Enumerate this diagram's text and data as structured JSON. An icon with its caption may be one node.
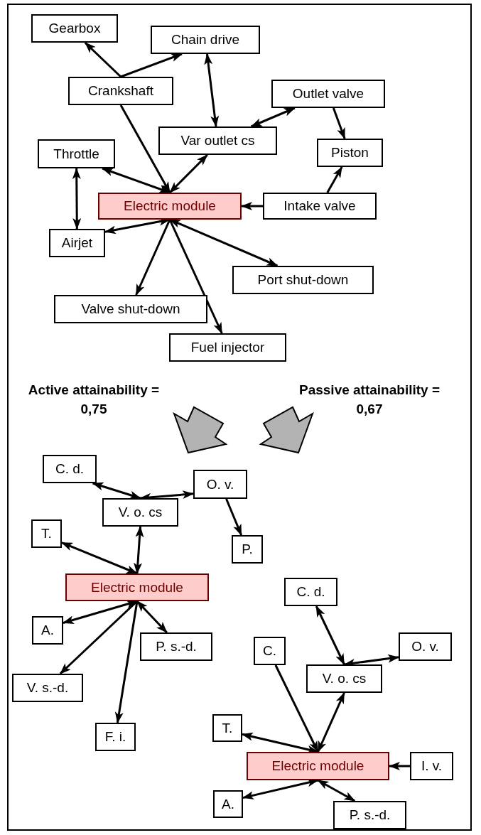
{
  "diagram": {
    "nodes": [
      {
        "text": [
          "Gearbox"
        ]
      },
      {
        "text": [
          "Chain drive"
        ]
      },
      {
        "text": [
          "Crankshaft"
        ]
      },
      {
        "text": [
          "Outlet valve"
        ]
      },
      {
        "text": [
          "Var outlet cs"
        ]
      },
      {
        "text": [
          "Throttle"
        ]
      },
      {
        "text": [
          "Piston"
        ]
      },
      {
        "text": [
          "Electric module"
        ]
      },
      {
        "text": [
          "Intake valve"
        ]
      },
      {
        "text": [
          "Airjet"
        ]
      },
      {
        "text": [
          "Port shut-down"
        ]
      },
      {
        "text": [
          "Valve shut-down"
        ]
      },
      {
        "text": [
          "Fuel injector"
        ]
      },
      {
        "text": [
          "C. d."
        ]
      },
      {
        "text": [
          "O. v."
        ]
      },
      {
        "text": [
          "V. o. cs"
        ]
      },
      {
        "text": [
          "T."
        ]
      },
      {
        "text": [
          "P."
        ]
      },
      {
        "text": [
          "Electric module"
        ]
      },
      {
        "text": [
          "A."
        ]
      },
      {
        "text": [
          "P. s.-d."
        ]
      },
      {
        "text": [
          "V. s.-d."
        ]
      },
      {
        "text": [
          "F. i."
        ]
      },
      {
        "text": [
          "C. d."
        ]
      },
      {
        "text": [
          "C."
        ]
      },
      {
        "text": [
          "O. v."
        ]
      },
      {
        "text": [
          "V. o. cs"
        ]
      },
      {
        "text": [
          "T."
        ]
      },
      {
        "text": [
          "Electric module"
        ]
      },
      {
        "text": [
          "I. v."
        ]
      },
      {
        "text": [
          "A."
        ]
      },
      {
        "text": [
          "P. s.-d."
        ]
      }
    ],
    "edges": [
      {
        "from": 2,
        "to": 0,
        "arrow": "to"
      },
      {
        "from": 2,
        "to": 1,
        "arrow": "to"
      },
      {
        "from": 1,
        "to": 4,
        "arrow": "both"
      },
      {
        "from": 4,
        "to": 3,
        "arrow": "both"
      },
      {
        "from": 3,
        "to": 6,
        "arrow": "to"
      },
      {
        "from": 2,
        "to": 7,
        "arrow": "to"
      },
      {
        "from": 5,
        "to": 7,
        "arrow": "both"
      },
      {
        "from": 4,
        "to": 7,
        "arrow": "both"
      },
      {
        "from": 8,
        "to": 7,
        "arrow": "to"
      },
      {
        "from": 8,
        "to": 6,
        "arrow": "to"
      },
      {
        "from": 5,
        "to": 9,
        "arrow": "both"
      },
      {
        "from": 9,
        "to": 7,
        "arrow": "both"
      },
      {
        "from": 7,
        "to": 10,
        "arrow": "both"
      },
      {
        "from": 7,
        "to": 11,
        "arrow": "to"
      },
      {
        "from": 7,
        "to": 12,
        "arrow": "to"
      },
      {
        "from": 13,
        "to": 15,
        "arrow": "both"
      },
      {
        "from": 15,
        "to": 14,
        "arrow": "both"
      },
      {
        "from": 14,
        "to": 17,
        "arrow": "to"
      },
      {
        "from": 16,
        "to": 18,
        "arrow": "both"
      },
      {
        "from": 15,
        "to": 18,
        "arrow": "both"
      },
      {
        "from": 19,
        "to": 18,
        "arrow": "both"
      },
      {
        "from": 18,
        "to": 20,
        "arrow": "both"
      },
      {
        "from": 18,
        "to": 21,
        "arrow": "to"
      },
      {
        "from": 18,
        "to": 22,
        "arrow": "to"
      },
      {
        "from": 23,
        "to": 26,
        "arrow": "both"
      },
      {
        "from": 26,
        "to": 25,
        "arrow": "both"
      },
      {
        "from": 24,
        "to": 28,
        "arrow": "to"
      },
      {
        "from": 27,
        "to": 28,
        "arrow": "both"
      },
      {
        "from": 26,
        "to": 28,
        "arrow": "both"
      },
      {
        "from": 29,
        "to": 28,
        "arrow": "to"
      },
      {
        "from": 30,
        "to": 28,
        "arrow": "both"
      },
      {
        "from": 28,
        "to": 31,
        "arrow": "both"
      }
    ],
    "labels": [
      "Active attainability = 0,75",
      "Passive attainability = 0,67"
    ]
  }
}
